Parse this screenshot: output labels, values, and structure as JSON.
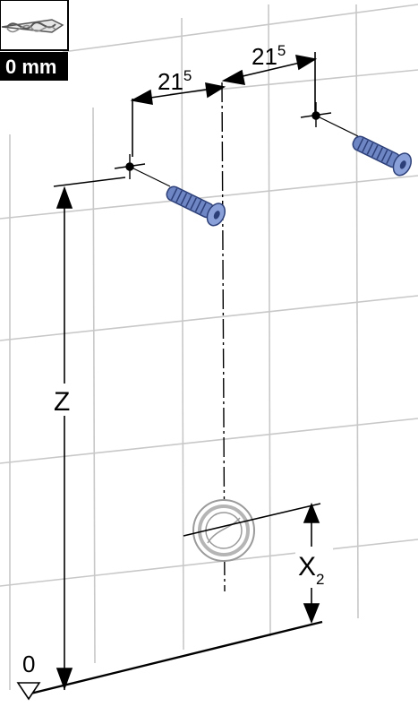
{
  "drill_badge": {
    "icon": "drill-bit-icon",
    "size_label": "0 mm"
  },
  "dimensions": {
    "left_spacing": {
      "base": "21",
      "sup": "5"
    },
    "right_spacing": {
      "base": "21",
      "sup": "5"
    },
    "height_label": "Z",
    "offset_label": {
      "base": "X",
      "sub": "2"
    }
  },
  "floor_marker": {
    "label": "0",
    "icon": "floor-level-triangle-icon"
  },
  "colors": {
    "ink": "#000000",
    "grout": "#c8c8c8",
    "anchor_fill": "#6f86c4",
    "anchor_dark": "#2c3f78",
    "badge_bg": "#000000",
    "ring": "#9a9a9a"
  }
}
